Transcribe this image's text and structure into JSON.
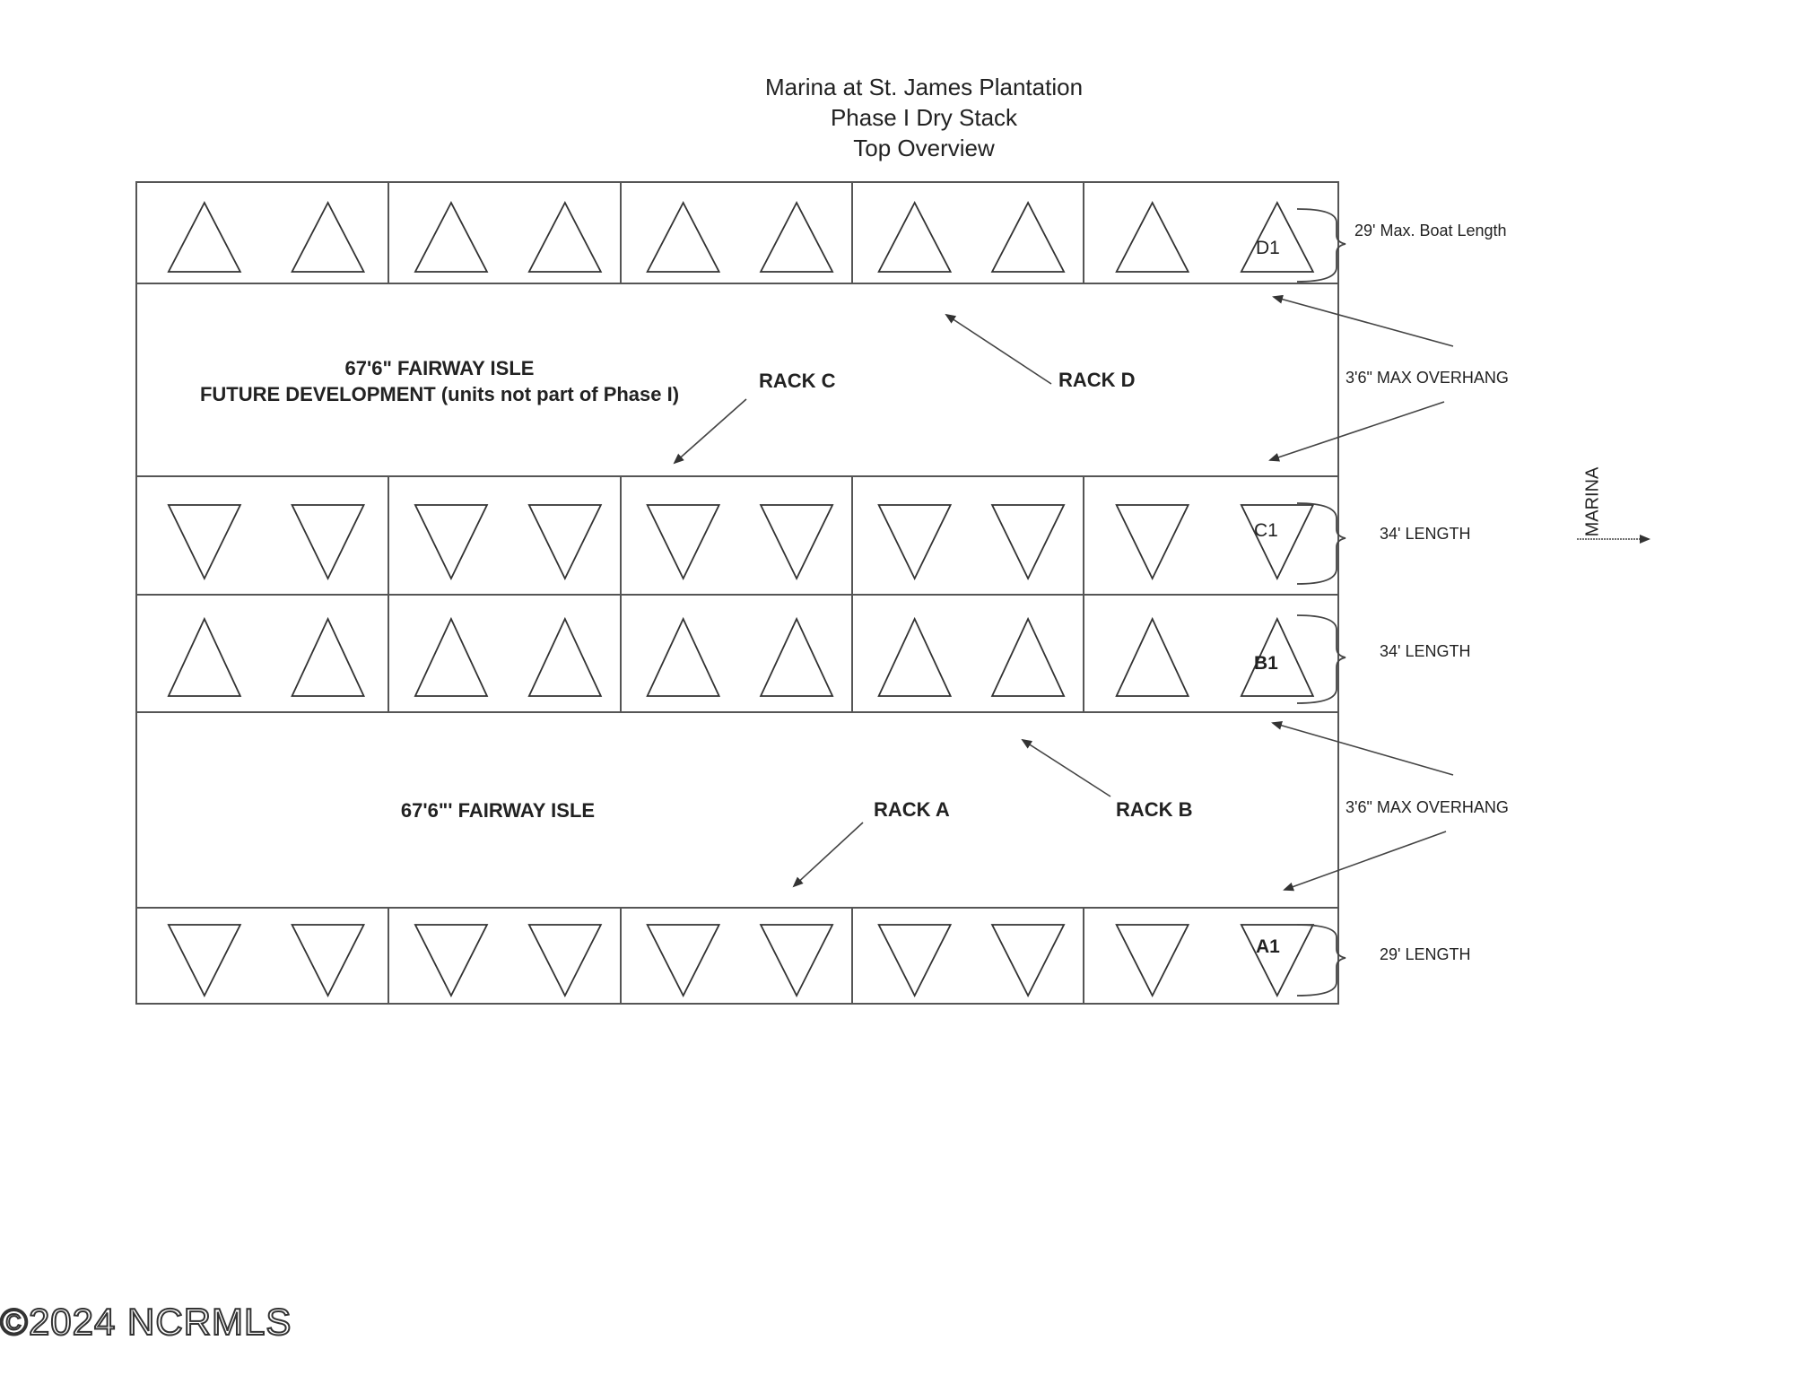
{
  "title": {
    "line1": "Marina at St. James Plantation",
    "line2": "Phase I Dry Stack",
    "line3": "Top Overview"
  },
  "fairways": {
    "upper_line1": "67'6\" FAIRWAY ISLE",
    "upper_line2": "FUTURE DEVELOPMENT (units not part of Phase I)",
    "lower": "67'6\"' FAIRWAY ISLE"
  },
  "racks": {
    "rack_c": "RACK C",
    "rack_d": "RACK D",
    "rack_a": "RACK A",
    "rack_b": "RACK B"
  },
  "dimensions": {
    "d_row": "29' Max. Boat Length",
    "overhang_upper": "3'6\" MAX OVERHANG",
    "c_row": "34' LENGTH",
    "b_row": "34' LENGTH",
    "overhang_lower": "3'6\" MAX OVERHANG",
    "a_row": "29' LENGTH"
  },
  "markers": {
    "d1": "D1",
    "c1": "C1",
    "b1": "B1",
    "a1": "A1"
  },
  "direction": {
    "label": "MARINA"
  },
  "rows": [
    {
      "name": "rack-d-row",
      "orientation": "up",
      "slots": 10
    },
    {
      "name": "rack-c-row",
      "orientation": "down",
      "slots": 10
    },
    {
      "name": "rack-b-row",
      "orientation": "up",
      "slots": 10
    },
    {
      "name": "rack-a-row",
      "orientation": "down",
      "slots": 10
    }
  ],
  "watermark": "©2024 NCRMLS"
}
